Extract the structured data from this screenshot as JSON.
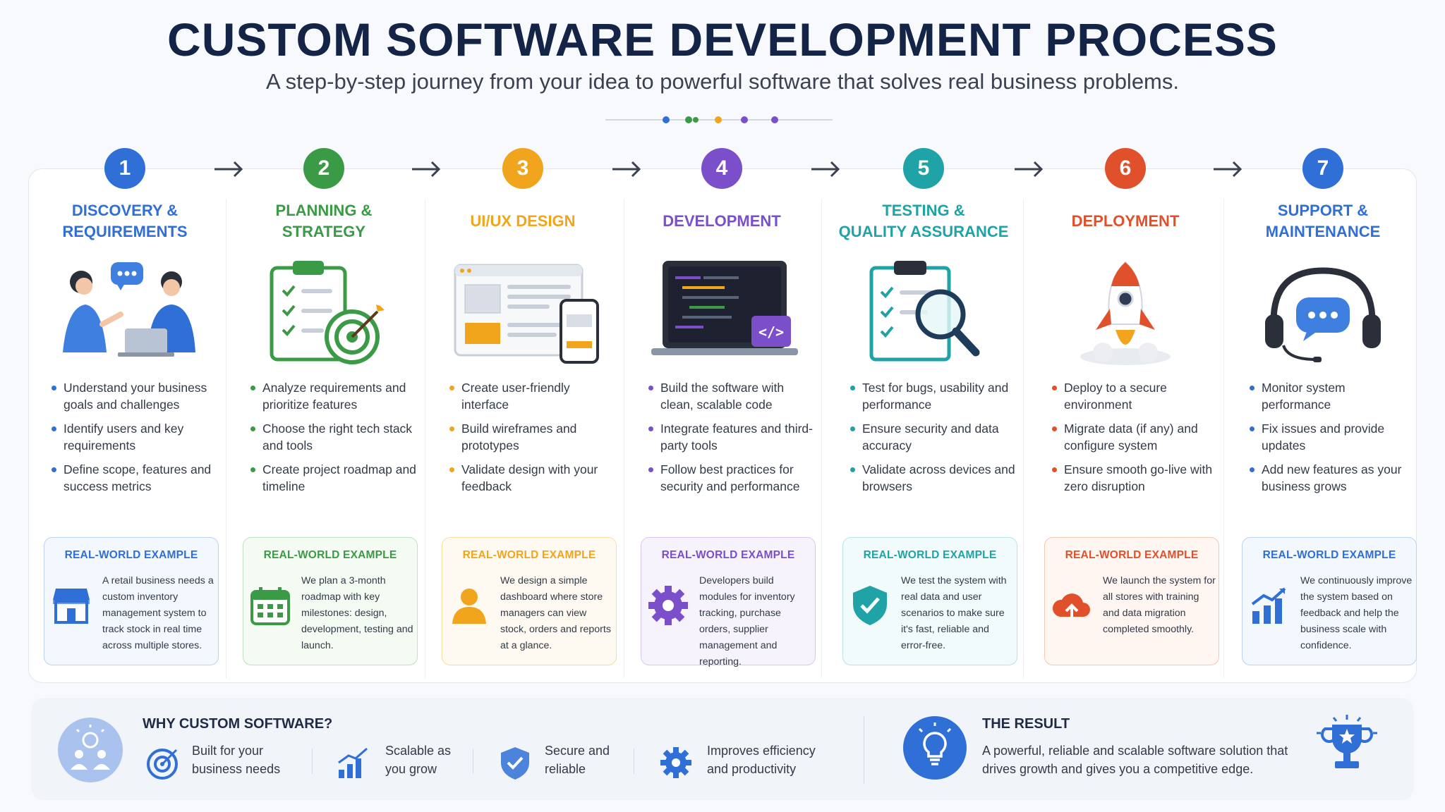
{
  "header": {
    "title": "CUSTOM SOFTWARE DEVELOPMENT PROCESS",
    "subtitle": "A step-by-step journey from your idea to powerful software that solves real business problems."
  },
  "example_label": "REAL-WORLD EXAMPLE",
  "steps": [
    {
      "num": "1",
      "color": "#2f6fd6",
      "title": "DISCOVERY &\nREQUIREMENTS",
      "illustration": "team-discussion",
      "bullets": [
        "Understand your business goals and challenges",
        "Identify users and key requirements",
        "Define scope, features and success metrics"
      ],
      "example_icon": "store-icon",
      "example": "A retail business needs a custom inventory management system to track stock in real time across multiple stores."
    },
    {
      "num": "2",
      "color": "#3b9a46",
      "title": "PLANNING &\nSTRATEGY",
      "illustration": "clipboard-target",
      "bullets": [
        "Analyze requirements and prioritize features",
        "Choose the right tech stack and tools",
        "Create project roadmap and timeline"
      ],
      "example_icon": "calendar-icon",
      "example": "We plan a 3-month roadmap with key milestones: design, development, testing and launch."
    },
    {
      "num": "3",
      "color": "#f0a51c",
      "title": "UI/UX DESIGN",
      "illustration": "wireframe-devices",
      "bullets": [
        "Create user-friendly interface",
        "Build wireframes and prototypes",
        "Validate design with your feedback"
      ],
      "example_icon": "user-icon",
      "example": "We design a simple dashboard where store managers can view stock, orders and reports at a glance."
    },
    {
      "num": "4",
      "color": "#7b4fc9",
      "title": "DEVELOPMENT",
      "illustration": "laptop-code",
      "bullets": [
        "Build the software with clean, scalable code",
        "Integrate features and third-party tools",
        "Follow best practices for security and performance"
      ],
      "example_icon": "gear-icon",
      "example": "Developers build modules for inventory tracking, purchase orders, supplier management and reporting."
    },
    {
      "num": "5",
      "color": "#1fa3a6",
      "title": "TESTING &\nQUALITY ASSURANCE",
      "illustration": "clipboard-magnifier",
      "bullets": [
        "Test for bugs, usability and performance",
        "Ensure security and data accuracy",
        "Validate across devices and browsers"
      ],
      "example_icon": "shield-check-icon",
      "example": "We test the system with real data and user scenarios to make sure it's fast, reliable and error-free."
    },
    {
      "num": "6",
      "color": "#e0502a",
      "title": "DEPLOYMENT",
      "illustration": "rocket",
      "bullets": [
        "Deploy to a secure environment",
        "Migrate data (if any) and configure system",
        "Ensure smooth go-live with zero disruption"
      ],
      "example_icon": "cloud-upload-icon",
      "example": "We launch the system for all stores with training and data migration completed smoothly."
    },
    {
      "num": "7",
      "color": "#2f6fd6",
      "title": "SUPPORT &\nMAINTENANCE",
      "illustration": "headset-chat",
      "bullets": [
        "Monitor system performance",
        "Fix issues and provide updates",
        "Add new features as your business grows"
      ],
      "example_icon": "growth-chart-icon",
      "example": "We continuously improve the system based on feedback and help the business scale with confidence."
    }
  ],
  "why": {
    "title": "WHY CUSTOM SOFTWARE?",
    "features": [
      {
        "icon": "target-icon",
        "text": "Built for your\nbusiness needs"
      },
      {
        "icon": "chart-up-icon",
        "text": "Scalable as\nyou grow"
      },
      {
        "icon": "shield-icon",
        "text": "Secure and\nreliable"
      },
      {
        "icon": "gear-efficiency-icon",
        "text": "Improves efficiency\nand productivity"
      }
    ]
  },
  "result": {
    "title": "THE RESULT",
    "text": "A powerful, reliable and scalable software solution that drives growth and gives you a competitive edge."
  },
  "colors": {
    "navy": "#142447",
    "blue": "#2f6fd6",
    "green": "#3b9a46",
    "orange": "#f0a51c",
    "purple": "#7b4fc9",
    "teal": "#1fa3a6",
    "red": "#e0502a"
  }
}
